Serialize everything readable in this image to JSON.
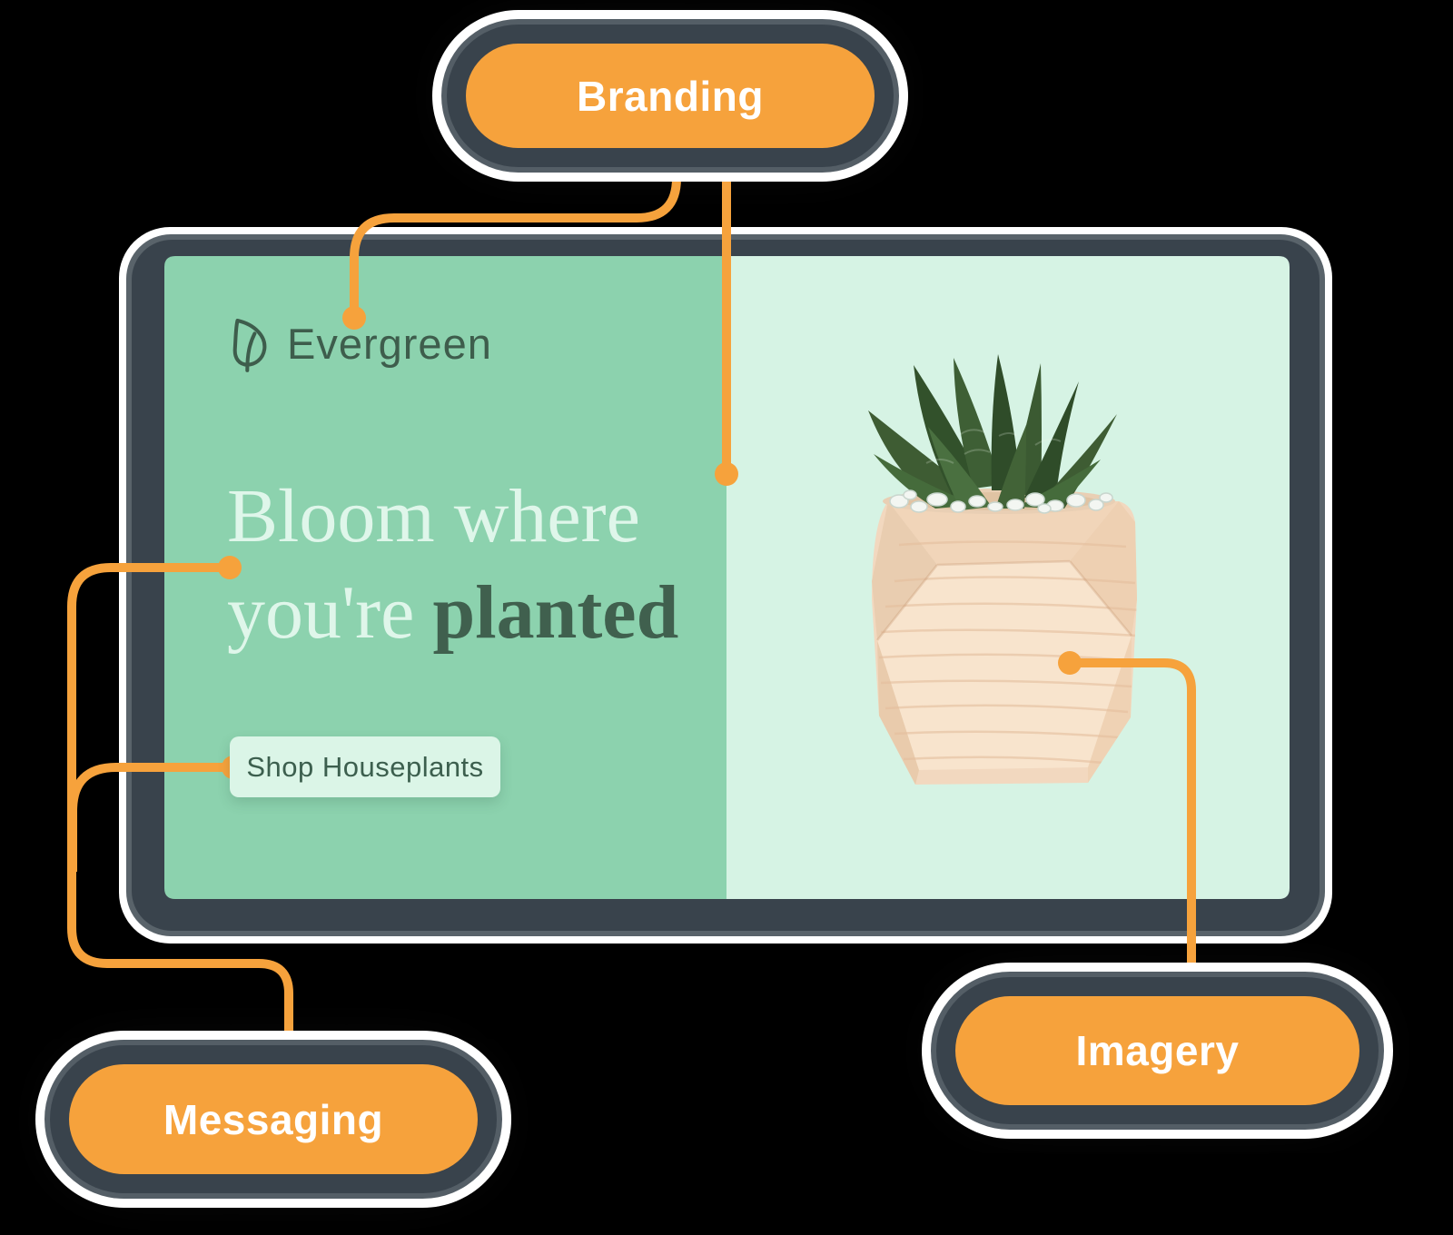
{
  "diagram": {
    "callouts": {
      "branding": "Branding",
      "messaging": "Messaging",
      "imagery": "Imagery"
    }
  },
  "ad_mockup": {
    "brand_name": "Evergreen",
    "headline": {
      "line1": "Bloom where",
      "line2_light": "you're",
      "line2_dark": "planted"
    },
    "cta_label": "Shop Houseplants"
  },
  "icons": {
    "brand_logo": "leaf-icon",
    "plant": "succulent-in-geometric-wood-planter",
    "anchors": "orange-anchor-dots"
  },
  "colors": {
    "accent_orange": "#F6A23C",
    "frame_slate": "#39434C",
    "panel_left_green": "#8CD2AE",
    "panel_right_mint": "#D6F3E4",
    "headline_light": "#DFF6EA",
    "headline_dark": "#40604E",
    "brand_green": "#3E5D4C",
    "cta_background": "#DBF5E7",
    "callout_text": "#FFFFFF",
    "background": "#000000"
  }
}
